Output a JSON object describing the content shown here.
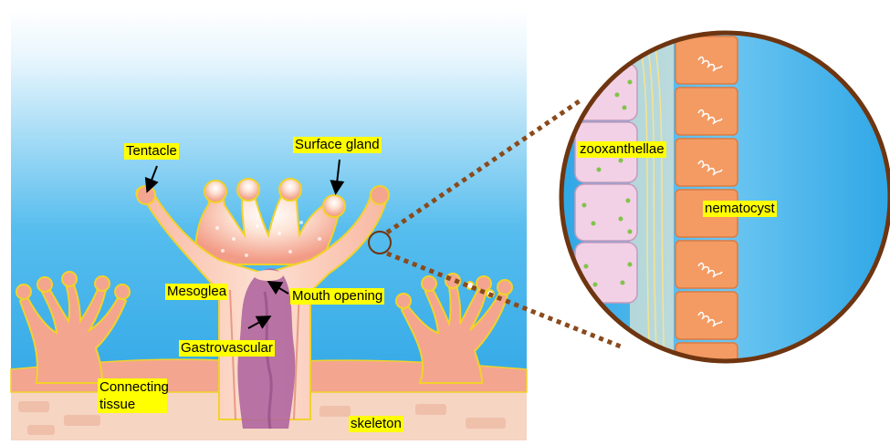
{
  "colors": {
    "water_top": "#ffffff",
    "water_bottom": "#2ea6e6",
    "polyp_fill": "#f4a58f",
    "polyp_light": "#fcd8c6",
    "polyp_outline": "#f2d22a",
    "gastro_fill": "#b0669e",
    "skeleton_fill": "#f6d5c3",
    "cell_fill": "#f2d0e6",
    "zoo_dot": "#7fc447",
    "nemato_fill": "#f39b63",
    "lens_ring": "#6e3510",
    "label_bg": "#ffff00"
  },
  "labels": {
    "tentacle": "Tentacle",
    "surface_gland": "Surface gland",
    "mesoglea": "Mesoglea",
    "mouth_opening": "Mouth opening",
    "gastrovascular": "Gastrovascular",
    "connecting_tissue": "Connecting tissue",
    "skeleton": "skeleton",
    "zooxanthellae": "zooxanthellae",
    "nematocyst": "nematocyst"
  }
}
